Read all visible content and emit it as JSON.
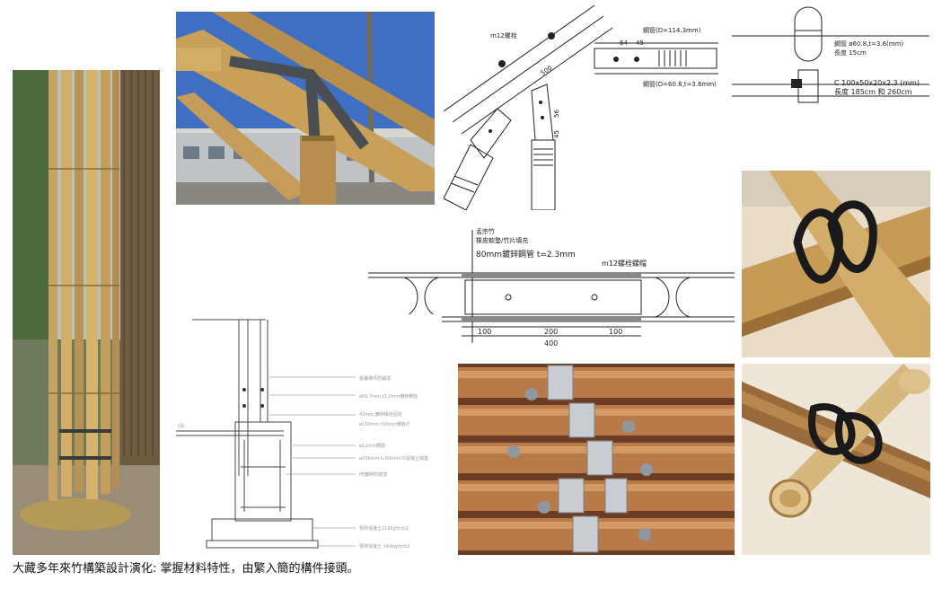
{
  "caption": "大藏多年來竹構築設計演化: 掌握材料特性，由繁入簡的構件接頭。",
  "roof_joint_drawing": {
    "bolt_label": "m12螺栓",
    "pipe_top_label": "鋼管(D=114.3mm)",
    "pipe_mid_label": "鋼管(D=60.8,t=3.6mm)",
    "dim_a": "64",
    "dim_b": "45",
    "dim_c": "500",
    "dim_d": "56",
    "dim_e": "45"
  },
  "pipe_spec_drawing": {
    "top_spec": "鋼管 ø60.8,t=3.6(mm)",
    "top_length": "長度 15cm",
    "bottom_spec": "C 100x50x20x2.3 (mm)",
    "bottom_length": "長度 185cm 和 260cm"
  },
  "beam_section_drawing": {
    "label_1": "孟宗竹",
    "label_2": "橡皮軟墊/竹片填充",
    "label_3": "80mm鍍鋅鋼管 t=2.3mm",
    "label_4": "m12螺栓螺帽",
    "dim_left": "100",
    "dim_mid": "200",
    "dim_right": "100",
    "dim_total": "400"
  },
  "foundation_drawing": {
    "gl_mark": "GL",
    "notes": [
      "金屬構件防鏽漆",
      "ø89.7mm,t3.2mm鍍鋅鋼管",
      "43mm,鍍鋅螺栓固定",
      "ø150mm,t10mm鋼板方",
      "ø12mm鋼筋",
      "ø100mm,h:60mm(3)混凝土墩基",
      "PE鍍鋅防腐漆",
      "預拌混凝土210kgf/cm2",
      "預拌混凝土 140kgf/cm2"
    ]
  },
  "colors": {
    "bamboo": "#c9a05a",
    "sky": "#3f6fc2",
    "steel": "#4a4d52",
    "rope": "#1a1a1a",
    "table": "#e9ddc8"
  }
}
